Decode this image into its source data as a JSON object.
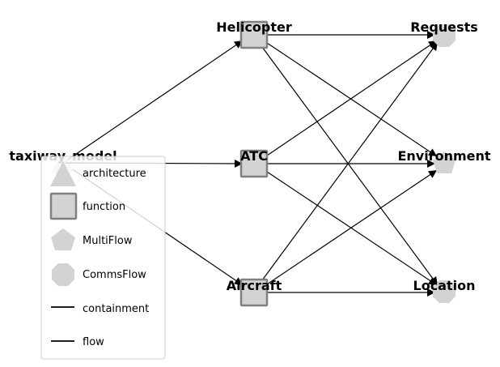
{
  "nodes": {
    "taxiway_model": {
      "label": "taxiway_model",
      "kind": "architecture"
    },
    "helicopter": {
      "label": "Helicopter",
      "kind": "function"
    },
    "atc": {
      "label": "ATC",
      "kind": "function"
    },
    "aircraft": {
      "label": "Aircraft",
      "kind": "function"
    },
    "requests": {
      "label": "Requests",
      "kind": "CommsFlow"
    },
    "environment": {
      "label": "Environment",
      "kind": "MultiFlow"
    },
    "location": {
      "label": "Location",
      "kind": "CommsFlow"
    }
  },
  "legend": {
    "architecture": "architecture",
    "function": "function",
    "multiflow": "MultiFlow",
    "commsflow": "CommsFlow",
    "containment": "containment",
    "flow": "flow"
  },
  "colors": {
    "node_fill": "#d3d3d3",
    "function_border": "#808080",
    "edge": "#000000",
    "containment_edge": "#c8c8c8",
    "legend_border": "#cccccc"
  }
}
